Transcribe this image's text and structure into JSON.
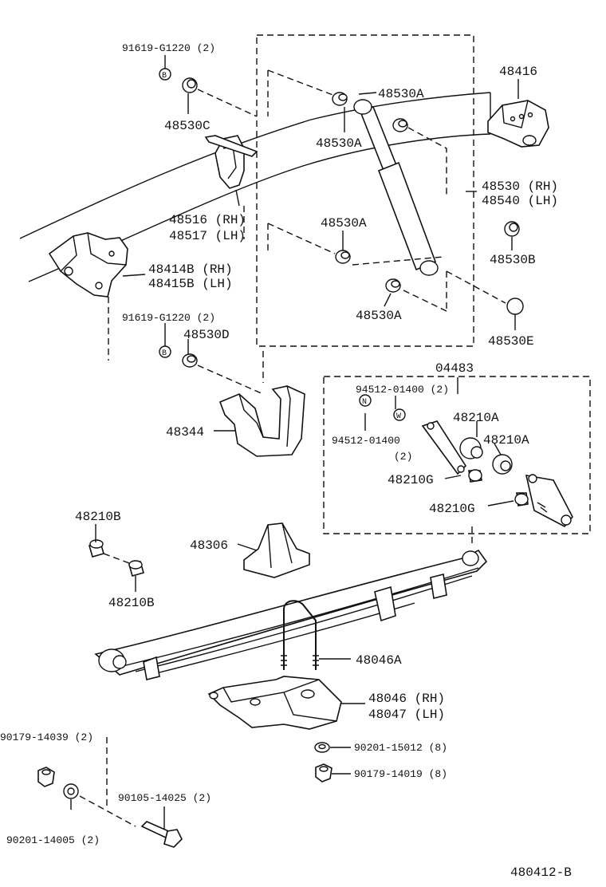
{
  "diagram_id": "480412-B",
  "labels": {
    "l91619a": "91619-G1220 (2)",
    "l48530c": "48530C",
    "l48530a1": "48530A",
    "l48530a2": "48530A",
    "l48416": "48416",
    "l48530rh": "48530 (RH)",
    "l48540lh": "48540 (LH)",
    "l48516": "48516 (RH)",
    "l48517": "48517 (LH)",
    "l48414": "48414B (RH)",
    "l48415": "48415B (LH)",
    "l48530a3": "48530A",
    "l48530b": "48530B",
    "l48530a4": "48530A",
    "l48530e": "48530E",
    "l91619b": "91619-G1220 (2)",
    "l48530d": "48530D",
    "l04483": "04483",
    "l94512a": "94512-01400 (2)",
    "l94512b": "94512-01400",
    "l94512b_qty": "(2)",
    "l48210a1": "48210A",
    "l48210a2": "48210A",
    "l48210g1": "48210G",
    "l48210g2": "48210G",
    "l48344": "48344",
    "l48210b1": "48210B",
    "l48210b2": "48210B",
    "l48306": "48306",
    "l48046a": "48046A",
    "l48046": "48046 (RH)",
    "l48047": "48047 (LH)",
    "l90179a": "90179-14039 (2)",
    "l90201a": "90201-15012 (8)",
    "l90179b": "90179-14019 (8)",
    "l90105": "90105-14025 (2)",
    "l90201b": "90201-14005 (2)"
  },
  "marks": {
    "b1": "B",
    "b2": "B",
    "n": "N",
    "w": "W"
  }
}
